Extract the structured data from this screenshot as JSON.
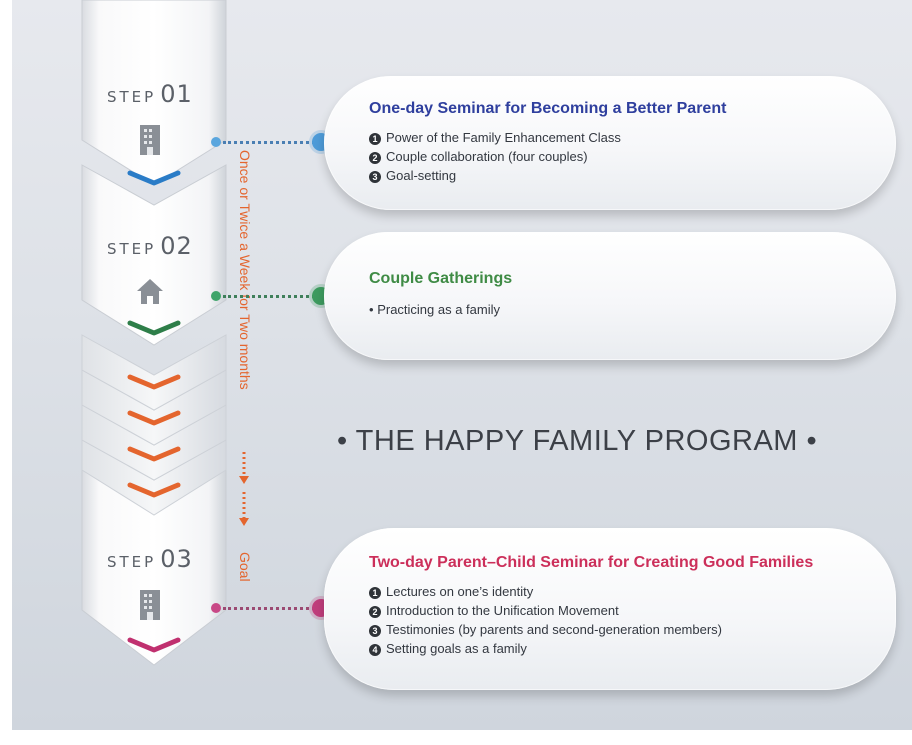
{
  "colors": {
    "step1": "#3a8fd0",
    "step2": "#2e8b4f",
    "orange": "#e4652e",
    "step3": "#c8306b",
    "title_blue": "#2f3f9e",
    "title_green": "#3f8b45",
    "title_pink": "#cc2f5a"
  },
  "steps": [
    {
      "label": "STEP",
      "number": "01",
      "icon": "building-icon",
      "card": {
        "title": "One-day Seminar for Becoming a Better Parent",
        "items": [
          {
            "marker": "1",
            "text": "Power of the Family Enhancement Class"
          },
          {
            "marker": "2",
            "text": "Couple collaboration (four couples)"
          },
          {
            "marker": "3",
            "text": "Goal-setting"
          }
        ]
      }
    },
    {
      "label": "STEP",
      "number": "02",
      "icon": "house-icon",
      "card": {
        "title": "Couple Gatherings",
        "items": [
          {
            "marker": "•",
            "text": "Practicing as a family"
          }
        ]
      }
    },
    {
      "label": "STEP",
      "number": "03",
      "icon": "building-icon",
      "card": {
        "title": "Two-day Parent–Child Seminar for Creating Good Families",
        "items": [
          {
            "marker": "1",
            "text": "Lectures on one’s identity"
          },
          {
            "marker": "2",
            "text": "Introduction to the Unification Movement"
          },
          {
            "marker": "3",
            "text": "Testimonies (by parents and second-generation members)"
          },
          {
            "marker": "4",
            "text": "Setting goals as a family"
          }
        ]
      }
    }
  ],
  "side_text": {
    "frequency": "Once or Twice a Week for Two months",
    "goal": "Goal"
  },
  "program_title": "• THE HAPPY FAMILY PROGRAM •"
}
